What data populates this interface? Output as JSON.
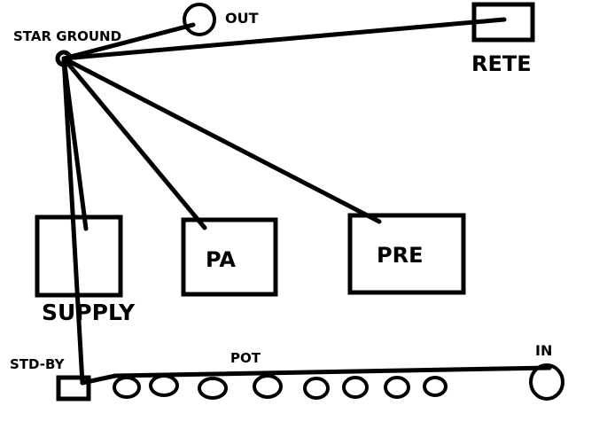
{
  "labels": {
    "star_ground": "STAR GROUND",
    "out": "OUT",
    "rete": "RETE",
    "supply": "SUPPLY",
    "pa": "PA",
    "pre": "PRE",
    "std_by": "STD-BY",
    "pot": "POT",
    "in": "IN"
  },
  "colors": {
    "ink": "#000000",
    "background": "#ffffff"
  }
}
